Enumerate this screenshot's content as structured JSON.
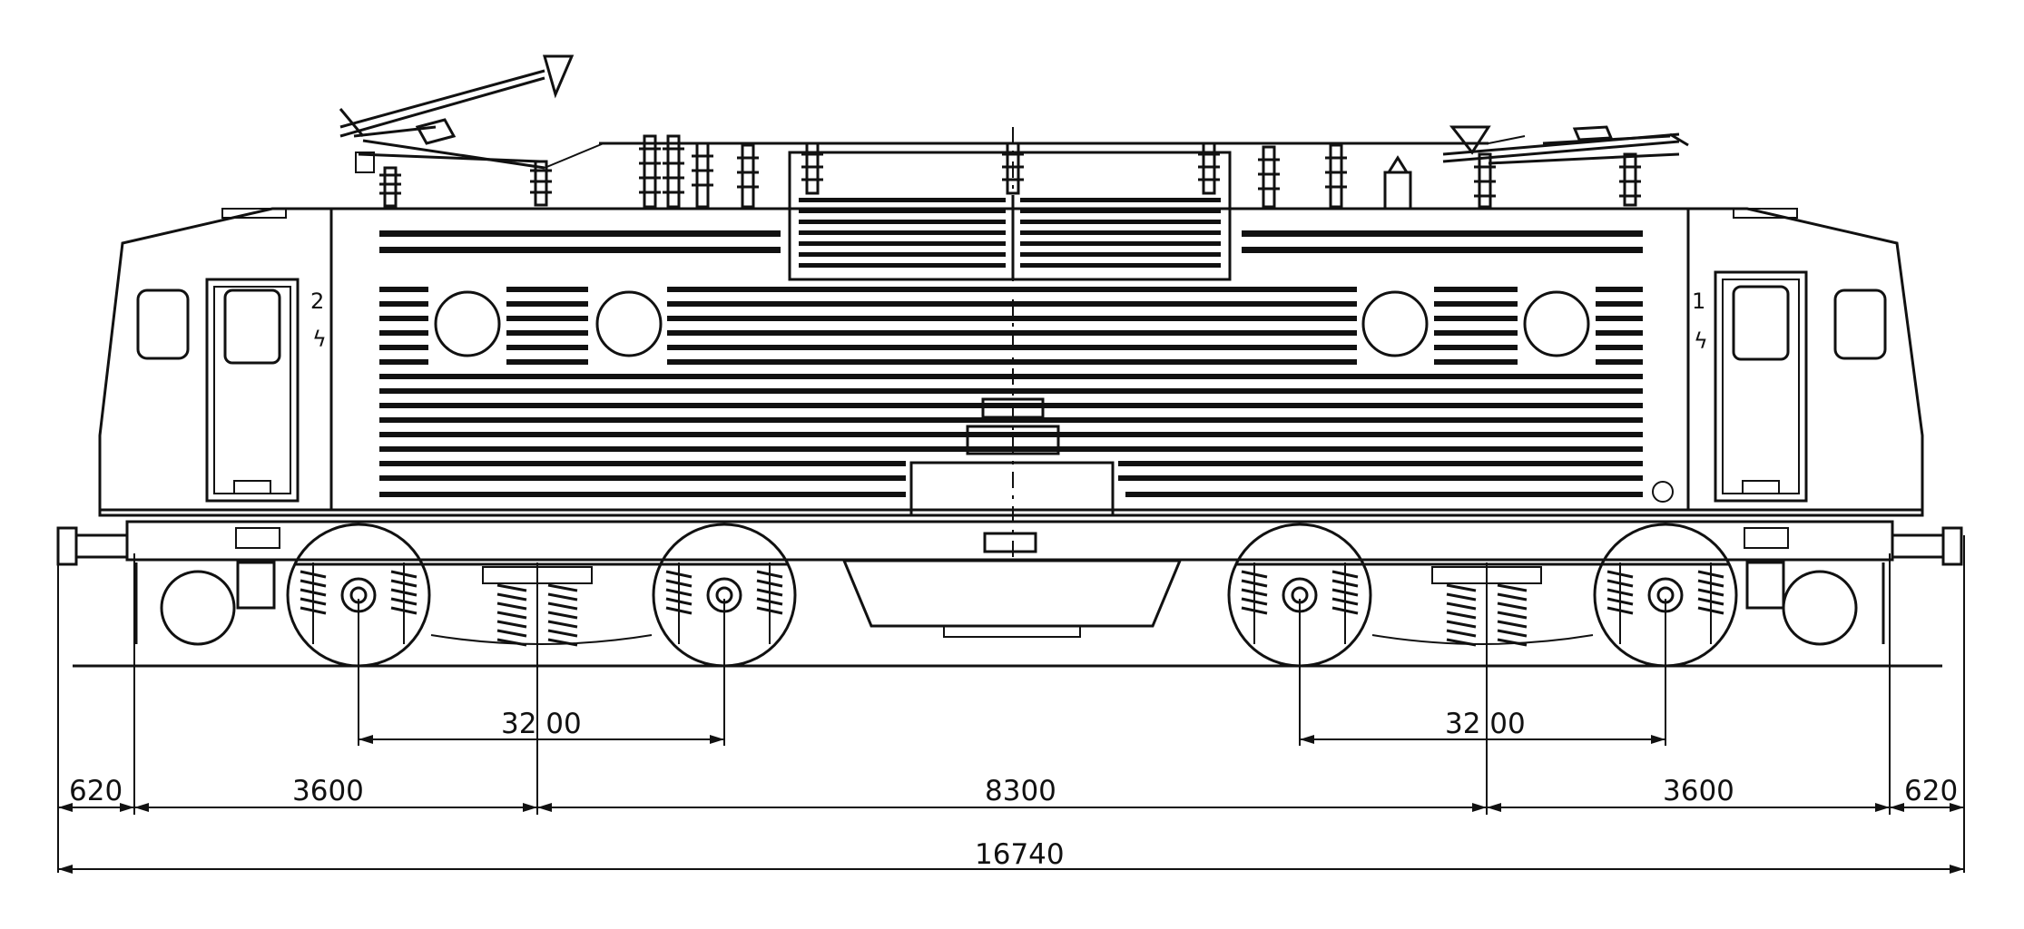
{
  "drawing": {
    "cab_numbers": {
      "left": "2",
      "right": "1"
    },
    "dimensions": {
      "bogie_wheelbase_left": "32 00",
      "bogie_wheelbase_right": "32 00",
      "overhang_left": "620",
      "bogie_pivot_left": "3600",
      "pivot_distance": "8300",
      "bogie_pivot_right": "3600",
      "overhang_right": "620",
      "total_length": "16740"
    }
  }
}
